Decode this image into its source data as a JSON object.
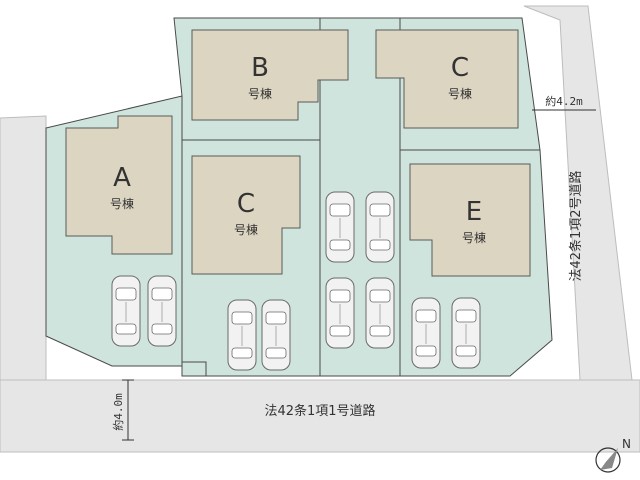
{
  "houses": {
    "A": {
      "letter": "A",
      "suffix": "号棟"
    },
    "B": {
      "letter": "B",
      "suffix": "号棟"
    },
    "C1": {
      "letter": "C",
      "suffix": "号棟"
    },
    "C2": {
      "letter": "C",
      "suffix": "号棟"
    },
    "E": {
      "letter": "E",
      "suffix": "号棟"
    }
  },
  "roads": {
    "south": {
      "name": "法42条1項1号道路",
      "width": "約4.0m"
    },
    "east": {
      "name": "法42条1項2号道路",
      "width": "約4.2m"
    }
  },
  "compass": {
    "label": "N"
  },
  "colors": {
    "lot": "#cfe4dc",
    "house": "#dcd5c2",
    "road": "#e6e6e6"
  }
}
